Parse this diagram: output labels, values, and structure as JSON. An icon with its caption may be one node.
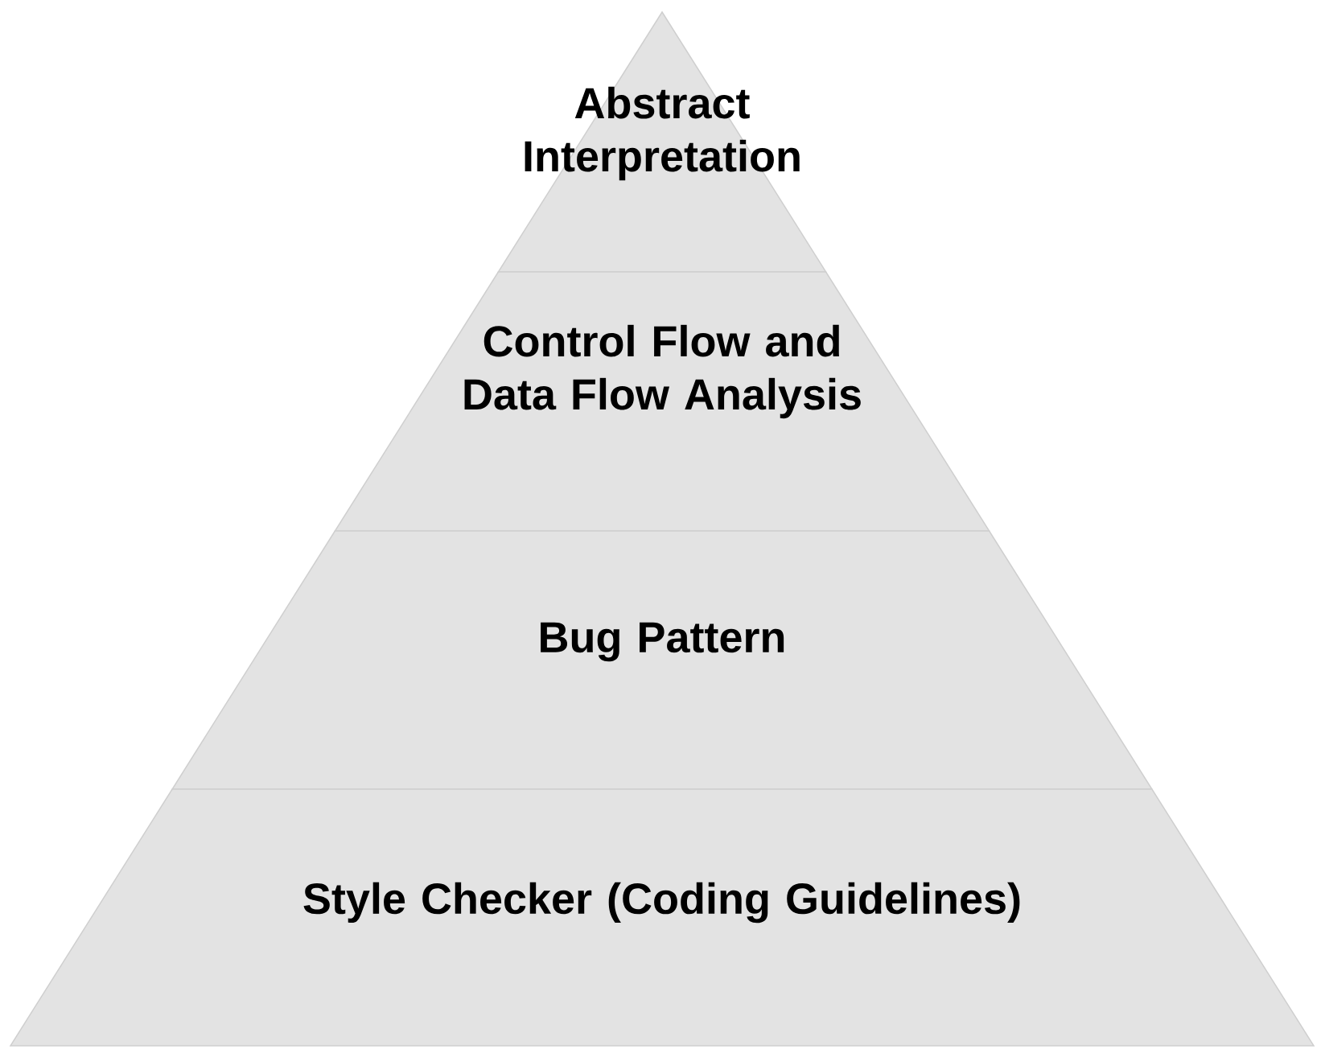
{
  "diagram": {
    "nodes": [
      {
        "text": [
          "Abstract Interpretation"
        ]
      },
      {
        "text": [
          "Control Flow and Data Flow Analysis"
        ]
      },
      {
        "text": [
          "Bug Pattern"
        ]
      },
      {
        "text": [
          "Style Checker (Coding Guidelines)"
        ]
      }
    ]
  }
}
